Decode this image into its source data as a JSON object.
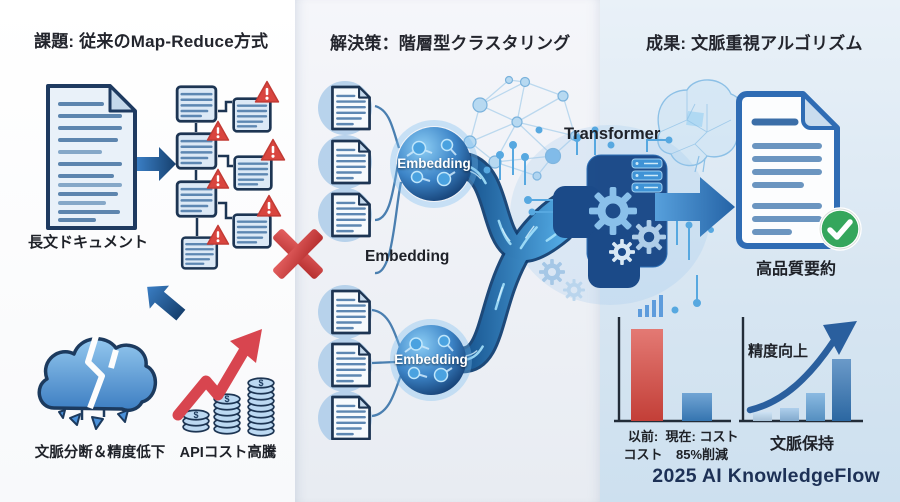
{
  "problem": {
    "title": "課題: 従来のMap-Reduce方式",
    "doc_label": "長文ドキュメント",
    "cloud_label": "文脈分断＆精度低下",
    "cost_label": "APIコスト高騰"
  },
  "solution": {
    "title": "解決策：階層型クラスタリング",
    "sphere1_label": "Embedding",
    "sphere2_label": "Embedding",
    "caption": "Embedding",
    "transformer_label": "Transformer"
  },
  "result": {
    "title": "成果: 文脈重視アルゴリズム",
    "summary_label": "高品質要約",
    "cost_chart": {
      "before_line1": "以前:",
      "before_line2": "コスト",
      "after_line1": "現在: コスト",
      "after_line2": "85%削減"
    },
    "accuracy_chart": {
      "annotation": "精度向上",
      "caption": "文脈保持"
    }
  },
  "footer": "2025 AI KnowledgeFlow",
  "icons": {
    "dollar": "$"
  },
  "colors": {
    "alert_red": "#d9463e",
    "accent_blue": "#3b82c4",
    "dark_navy": "#1d3553",
    "success_green": "#35a65c",
    "stream_blue": "#1f5fa8"
  },
  "chart_data": [
    {
      "type": "bar",
      "categories": [
        "以前: コスト",
        "現在: コスト 85%削減"
      ],
      "values": [
        100,
        30
      ],
      "value_basis": "relative bar height, % of tallest (no numeric axis shown)",
      "colors": [
        "#d9463e",
        "#3b82c4"
      ],
      "ylim": [
        0,
        100
      ],
      "grid": false,
      "legend": false
    },
    {
      "type": "bar",
      "x": [
        1,
        2,
        3,
        4
      ],
      "values": [
        9,
        14,
        29,
        65
      ],
      "value_basis": "relative bar height, % (ascending trend, no numeric axis shown)",
      "colors": [
        "#bad7ef",
        "#8fbce4",
        "#5e9fd6",
        "#3173b4"
      ],
      "annotation": "精度向上",
      "caption": "文脈保持",
      "trend": "increasing with curved arrow",
      "ylim": [
        0,
        100
      ],
      "grid": false
    }
  ]
}
